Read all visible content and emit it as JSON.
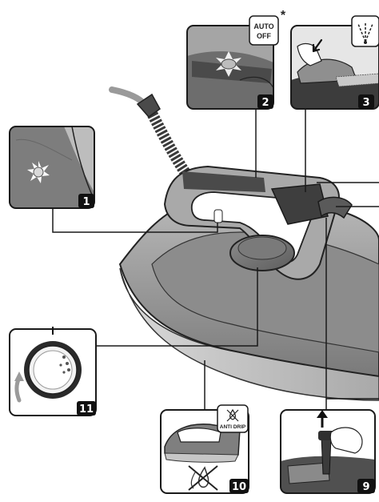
{
  "callouts": {
    "c1": {
      "number": "1"
    },
    "c2": {
      "number": "2",
      "badge": "AUTO\nOFF",
      "badge_line1": "AUTO",
      "badge_line2": "OFF",
      "asterisk": "*"
    },
    "c3": {
      "number": "3"
    },
    "c9": {
      "number": "9"
    },
    "c10": {
      "number": "10",
      "badge": "ANTI DRIP"
    },
    "c11": {
      "number": "11"
    }
  },
  "colors": {
    "frame": "#1a1a1a",
    "number_tag": "#111111",
    "iron_body_light": "#a8a8a8",
    "iron_body_mid": "#8a8a8a",
    "iron_body_dark": "#5e5e5e",
    "soleplate": "#cfcfcf",
    "cord": "#9a9a9a"
  },
  "icons": [
    "steam-burst-icon",
    "auto-off-badge",
    "anti-drip-icon",
    "no-drip-icon",
    "arrow-up-icon",
    "rotate-arrow-icon",
    "light-indicator-icon"
  ]
}
